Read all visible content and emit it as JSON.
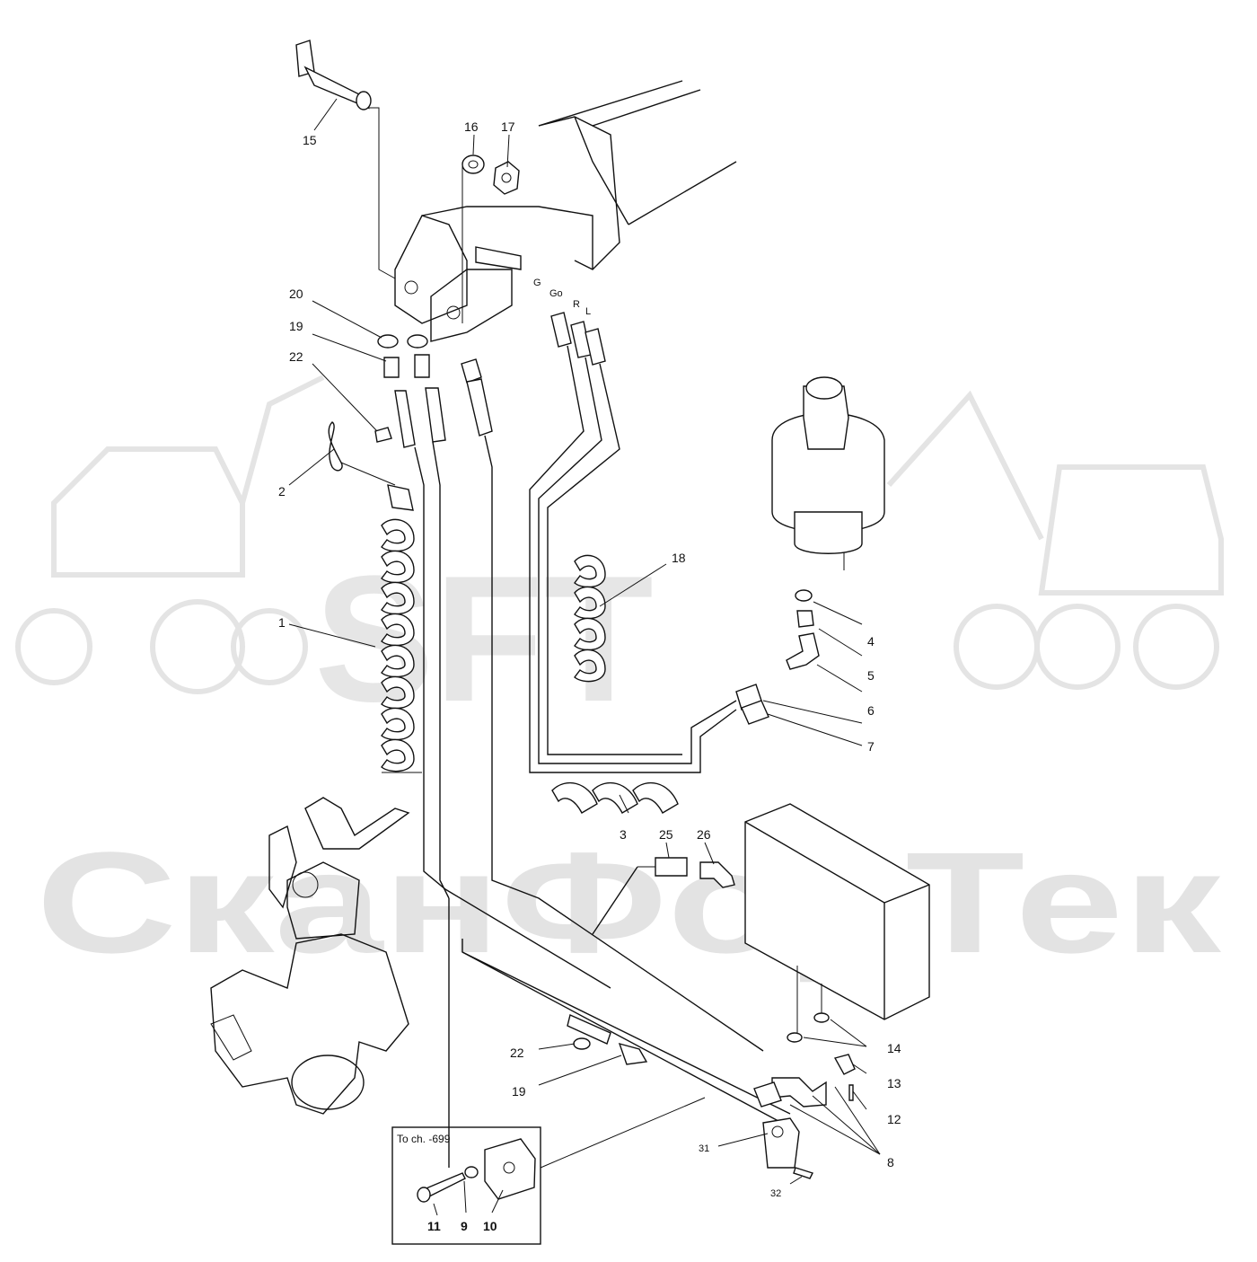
{
  "watermark": {
    "logo": "SFT",
    "word": "СканФорТек"
  },
  "hose_marks": [
    "G",
    "Go",
    "R",
    "L"
  ],
  "inset": {
    "note": "To ch. -699"
  },
  "callouts": {
    "c15": "15",
    "c16": "16",
    "c17": "17",
    "c20": "20",
    "c19a": "19",
    "c22a": "22",
    "c2": "2",
    "c1": "1",
    "c18": "18",
    "c4": "4",
    "c5": "5",
    "c6": "6",
    "c7": "7",
    "c3": "3",
    "c25": "25",
    "c26": "26",
    "c14": "14",
    "c13": "13",
    "c12": "12",
    "c8": "8",
    "c22b": "22",
    "c19b": "19",
    "c31": "31",
    "c32": "32",
    "c11": "11",
    "c9": "9",
    "c10": "10"
  },
  "bold_callouts": [
    "11",
    "9",
    "10"
  ]
}
